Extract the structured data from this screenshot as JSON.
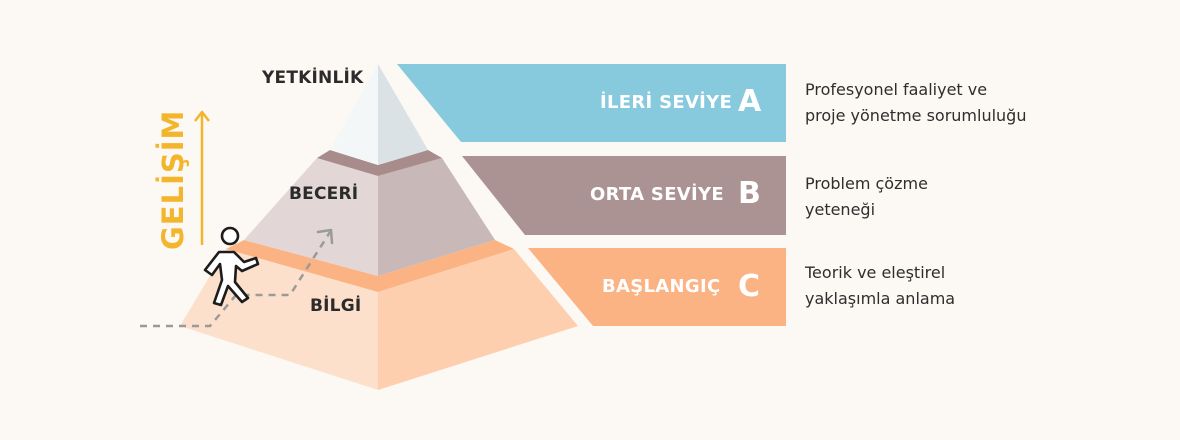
{
  "growth_label": "GELİŞİM",
  "pyramid": {
    "top_label": "YETKİNLİK",
    "middle_label": "BECERİ",
    "bottom_label": "BİLGİ"
  },
  "levels": [
    {
      "label": "İLERİ SEVİYE",
      "letter": "A",
      "description": [
        "Profesyonel faaliyet ve",
        "proje yönetme sorumluluğu"
      ],
      "color": "#88cadd"
    },
    {
      "label": "ORTA SEVİYE",
      "letter": "B",
      "description": [
        "Problem çözme",
        "yeteneği"
      ],
      "color": "#ac9393"
    },
    {
      "label": "BAŞLANGIÇ",
      "letter": "C",
      "description": [
        "Teorik ve eleştirel",
        "yaklaşımla anlama"
      ],
      "color": "#fbb384"
    }
  ],
  "colors": {
    "background": "#fcf8f3",
    "accent": "#f2b52c",
    "top_light": "#f4f7f8",
    "top_dark": "#dbe2e5",
    "mid_light": "#e2d6d6",
    "mid_dark": "#c8b8b8",
    "bottom_light": "#fde0cc",
    "bottom_dark": "#fdcfae",
    "bottom_rim": "#fbb384",
    "mid_rim": "#a88c8c"
  },
  "icons": [
    "walking-person-icon",
    "growth-arrow-icon",
    "dashed-path-arrow-icon"
  ]
}
